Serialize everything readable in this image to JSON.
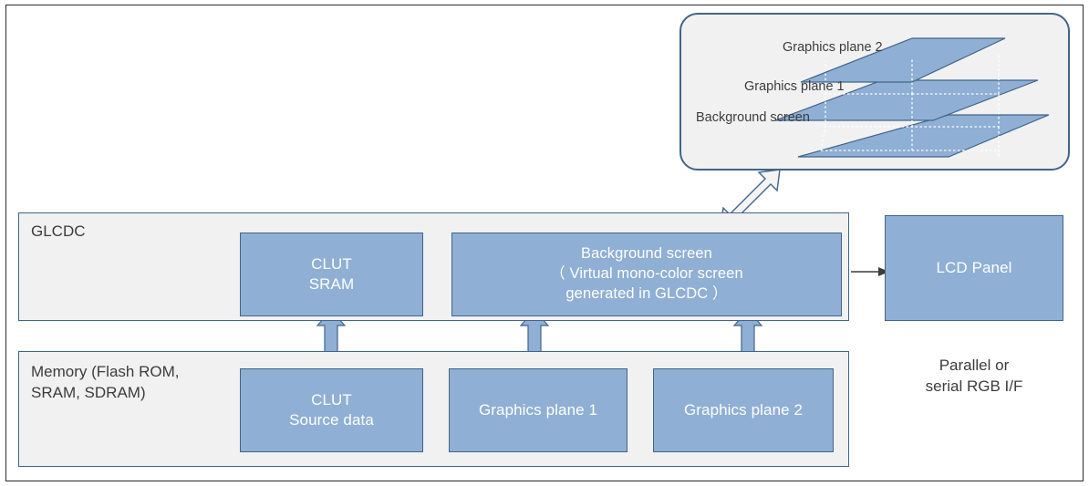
{
  "diagram": {
    "title": "GLCDC graphics plane block diagram",
    "colors": {
      "box_fill": "#8FAFD4",
      "box_border": "#41658A",
      "container_fill": "#F1F1F1",
      "frame": "#2b2b2b",
      "text_dark": "#3c3c3c",
      "text_light": "#ffffff"
    }
  },
  "callout": {
    "name": "graphics-plane-stack-callout",
    "planes": [
      {
        "label": "Graphics plane 2"
      },
      {
        "label": "Graphics plane 1"
      },
      {
        "label": "Background screen"
      }
    ]
  },
  "glcdc": {
    "label": "GLCDC",
    "blocks": [
      {
        "name": "clut-sram",
        "label": "CLUT\nSRAM"
      },
      {
        "name": "background-screen",
        "label": "Background screen\n（ Virtual mono-color screen\ngenerated in GLCDC ）"
      }
    ]
  },
  "memory": {
    "label": "Memory (Flash ROM,\nSRAM, SDRAM)",
    "blocks": [
      {
        "name": "clut-source-data",
        "label": "CLUT\nSource data"
      },
      {
        "name": "graphics-plane-1",
        "label": "Graphics plane 1"
      },
      {
        "name": "graphics-plane-2",
        "label": "Graphics plane 2"
      }
    ]
  },
  "lcd": {
    "label": "LCD Panel",
    "interface_note": "Parallel or\nserial RGB I/F"
  }
}
